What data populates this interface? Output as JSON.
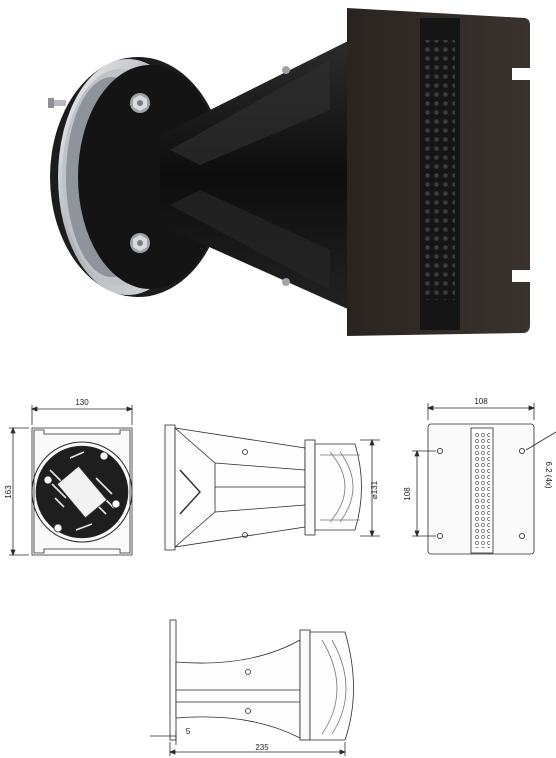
{
  "dimensions": {
    "width_label": "130",
    "height_label": "163",
    "diameter_label": "⌀131",
    "rear_width_label": "108",
    "rear_height_label": "108",
    "hole_label": "6.2 (4x)",
    "flange_label": "5",
    "depth_label": "235"
  },
  "colors": {
    "horn_body": "#1a1a1a",
    "flange": "#2b2522",
    "metal_ring": "#c9ccd0",
    "line": "#2a2a2a"
  }
}
